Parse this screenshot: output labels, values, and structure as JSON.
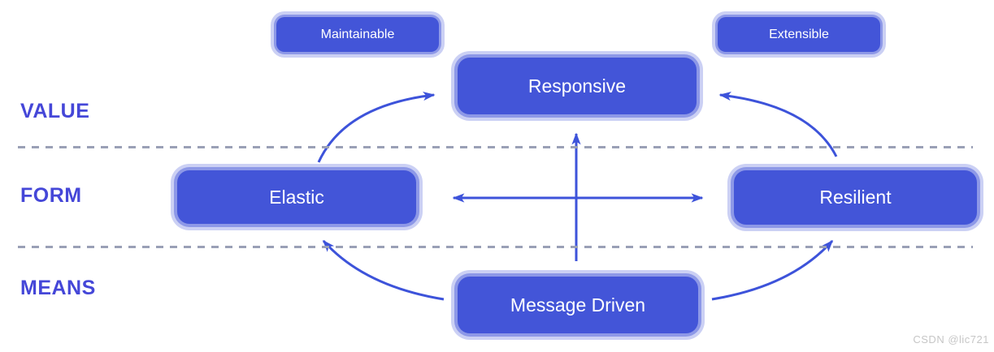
{
  "diagram": {
    "title": "Reactive traits diagram",
    "rows": [
      {
        "id": "value",
        "label": "VALUE"
      },
      {
        "id": "form",
        "label": "FORM"
      },
      {
        "id": "means",
        "label": "MEANS"
      }
    ],
    "nodes": {
      "maintainable": {
        "label": "Maintainable"
      },
      "extensible": {
        "label": "Extensible"
      },
      "responsive": {
        "label": "Responsive"
      },
      "elastic": {
        "label": "Elastic"
      },
      "resilient": {
        "label": "Resilient"
      },
      "message_driven": {
        "label": "Message Driven"
      }
    },
    "arrows": [
      {
        "name": "message-driven-to-responsive",
        "type": "straight-up"
      },
      {
        "name": "elastic-resilient-bidirectional",
        "type": "straight-double"
      },
      {
        "name": "elastic-to-responsive",
        "type": "curved"
      },
      {
        "name": "resilient-to-responsive",
        "type": "curved"
      },
      {
        "name": "message-driven-to-elastic",
        "type": "curved"
      },
      {
        "name": "message-driven-to-resilient",
        "type": "curved"
      }
    ]
  },
  "colors": {
    "accent": "#4355d8",
    "arrow": "#3d53da",
    "label": "#4547d8",
    "dash": "#9aa0b6",
    "watermark": "#c6c6c6",
    "node-text": "#ffffff"
  },
  "watermark": {
    "text": "CSDN @lic721"
  }
}
